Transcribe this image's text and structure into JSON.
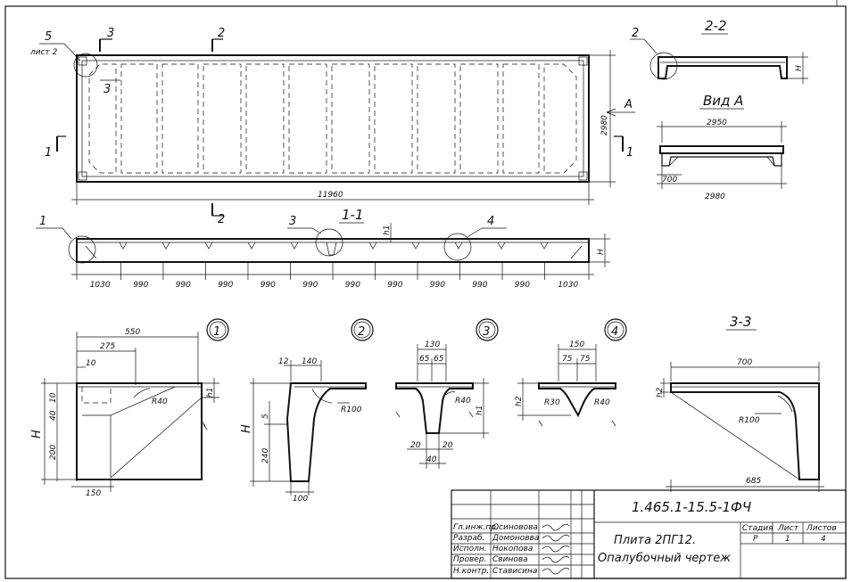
{
  "sheet_ref": "5\nлист 2",
  "sheet_ref_num": "5",
  "sheet_ref_word": "лист 2",
  "section_marks": {
    "s1_left": "1",
    "s1_right": "1",
    "s2_top": "2",
    "s2_bottom": "2",
    "s3_top": "3",
    "s3_side": "3",
    "view_a_arrow": "А"
  },
  "plan_dims": {
    "length": "11960",
    "width": "2980"
  },
  "section_1_1": {
    "title": "1-1",
    "callout_1": "1",
    "callout_3": "3",
    "callout_4": "4",
    "h_label": "H",
    "h1_label": "h1",
    "spans": [
      "1030",
      "990",
      "990",
      "990",
      "990",
      "990",
      "990",
      "990",
      "990",
      "990",
      "990",
      "1030"
    ]
  },
  "section_2_2": {
    "title": "2-2",
    "callout": "2",
    "h_label": "H"
  },
  "view_a": {
    "title": "Вид А",
    "top_dim": "2950",
    "bottom_dim": "2980",
    "side_dim": "700"
  },
  "detail_1": {
    "num": "1",
    "d550": "550",
    "d275": "275",
    "d10": "10",
    "d40": "40",
    "d10b": "10",
    "d200": "200",
    "d150": "150",
    "radius": "R40",
    "h": "H",
    "h1": "h1"
  },
  "detail_2": {
    "num": "2",
    "d12": "12",
    "d140": "140",
    "d5": "5",
    "d240": "240",
    "d100": "100",
    "radius": "R100",
    "h": "H"
  },
  "detail_3": {
    "num": "3",
    "d130": "130",
    "d65a": "65",
    "d65b": "65",
    "d20a": "20",
    "d20b": "20",
    "d40": "40",
    "radius": "R40",
    "h1": "h1"
  },
  "detail_4": {
    "num": "4",
    "d150": "150",
    "d75a": "75",
    "d75b": "75",
    "radius_l": "R30",
    "radius_r": "R40",
    "h2": "h2"
  },
  "section_3_3": {
    "title": "3-3",
    "d700": "700",
    "d685": "685",
    "radius": "R100",
    "h2": "h2"
  },
  "title_block": {
    "code": "1.465.1-15.5-1ФЧ",
    "name_line1": "Плита 2ПГ12.",
    "name_line2": "Опалубочный чертеж",
    "stage_header": "Стадия",
    "sheet_header": "Лист",
    "sheets_header": "Листов",
    "stage_value": "Р",
    "sheet_value": "1",
    "sheets_value": "4",
    "roles": [
      "Гл.инж.пр.",
      "Разраб.",
      "Исполн.",
      "Провер.",
      "Н.контр."
    ],
    "names": [
      "Осиновова",
      "Домоновва",
      "Нокопова",
      "Свинова",
      "Стависина"
    ]
  },
  "palette": {
    "ink": "#111111",
    "paper": "#ffffff"
  }
}
